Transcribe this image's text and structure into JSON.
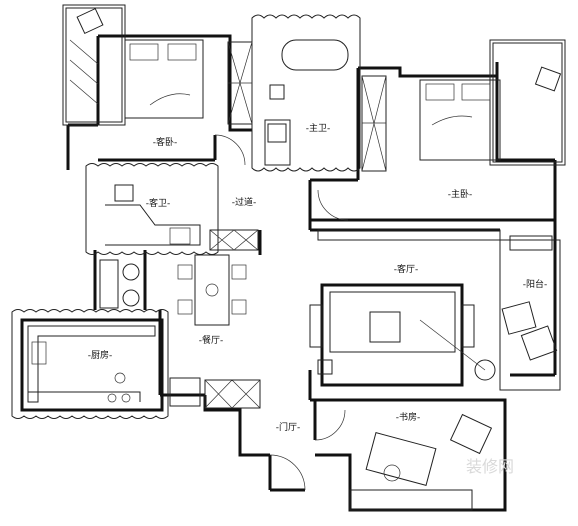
{
  "rooms": {
    "guest_bedroom": "-客卧-",
    "main_bath": "-主卫-",
    "master_bedroom": "-主卧-",
    "guest_bath": "-客卫-",
    "corridor": "-过道-",
    "living_room": "-客厅-",
    "balcony": "-阳台-",
    "dining_room": "-餐厅-",
    "kitchen": "-厨房-",
    "entrance": "-门厅-",
    "study": "-书房-"
  },
  "watermark": "装修网"
}
